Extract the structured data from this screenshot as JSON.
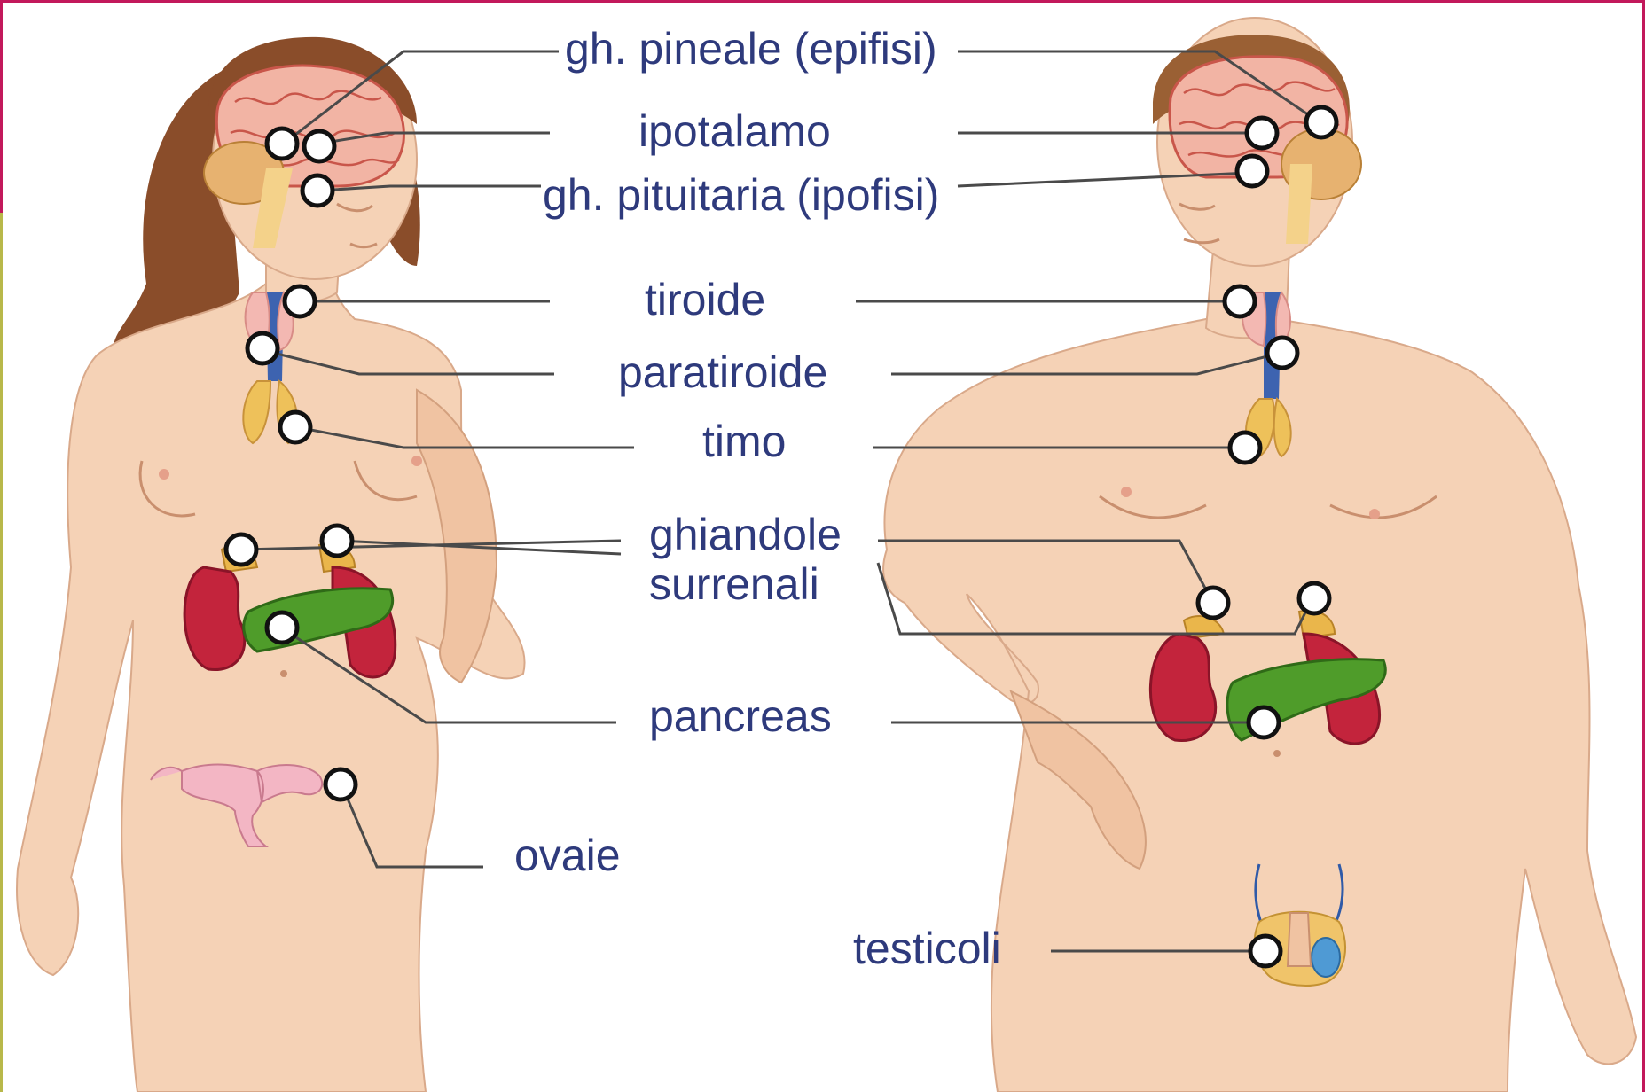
{
  "labels": {
    "pineale": "gh. pineale (epifisi)",
    "ipotalamo": "ipotalamo",
    "pituitaria": "gh. pituitaria (ipofisi)",
    "tiroide": "tiroide",
    "paratiroide": "paratiroide",
    "timo": "timo",
    "surrenali_line1": "ghiandole",
    "surrenali_line2": "surrenali",
    "pancreas": "pancreas",
    "ovaie": "ovaie",
    "testicoli": "testicoli"
  },
  "colors": {
    "label_text": "#2e3a7c",
    "frame_accent": "#c2185b",
    "frame_side": "#b8b84a"
  }
}
